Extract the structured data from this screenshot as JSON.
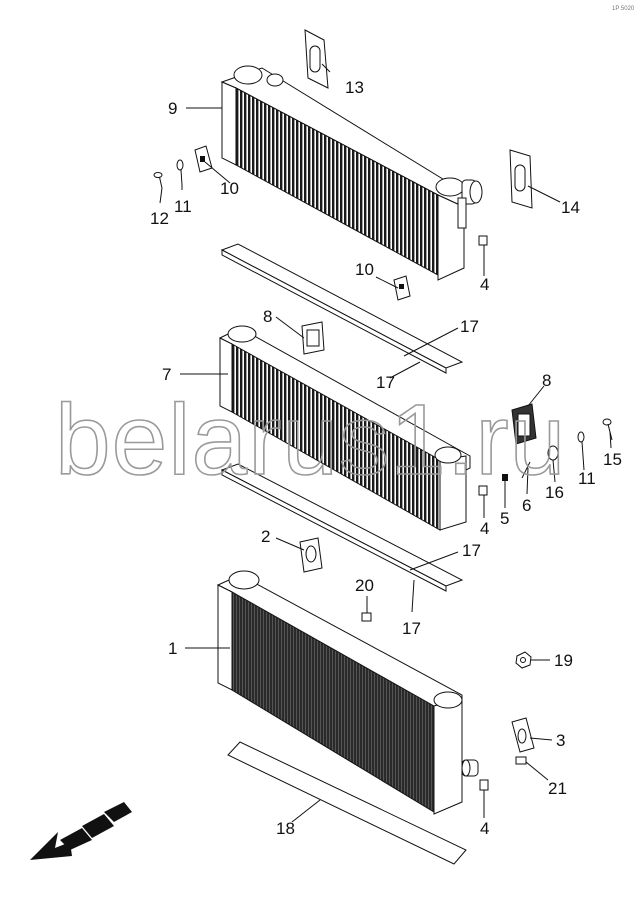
{
  "watermark": "belarus1.ru",
  "corner_code": "1P 5020",
  "callouts": [
    "9",
    "13",
    "14",
    "10",
    "11",
    "12",
    "4",
    "10",
    "8",
    "17",
    "7",
    "17",
    "8",
    "15",
    "11",
    "16",
    "6",
    "5",
    "4",
    "2",
    "17",
    "20",
    "17",
    "1",
    "19",
    "3",
    "21",
    "4",
    "18"
  ]
}
